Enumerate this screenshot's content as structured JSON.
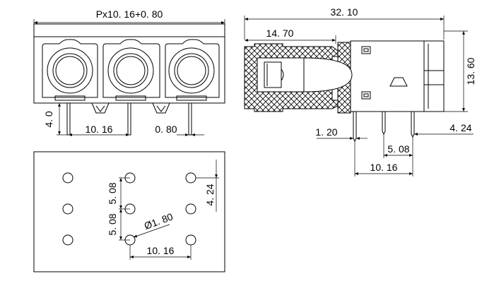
{
  "front_view": {
    "top_dim": "Px10. 16+0. 80",
    "height_dim": "4. 0",
    "pitch_dim": "10. 16",
    "pin_dim": "0. 80"
  },
  "side_view": {
    "overall_dim": "32. 10",
    "depth_dim": "14. 70",
    "height_dim": "13. 60",
    "pin_dia_dim": "1. 20",
    "offset_dim": "4. 24",
    "row_dim": "5. 08",
    "pitch_dim": "10. 16"
  },
  "pcb_layout": {
    "row_dim_1": "5. 08",
    "row_dim_2": "5. 08",
    "edge_dim": "4. 24",
    "hole_dim": "Ø1. 80",
    "pitch_dim": "10. 16"
  }
}
